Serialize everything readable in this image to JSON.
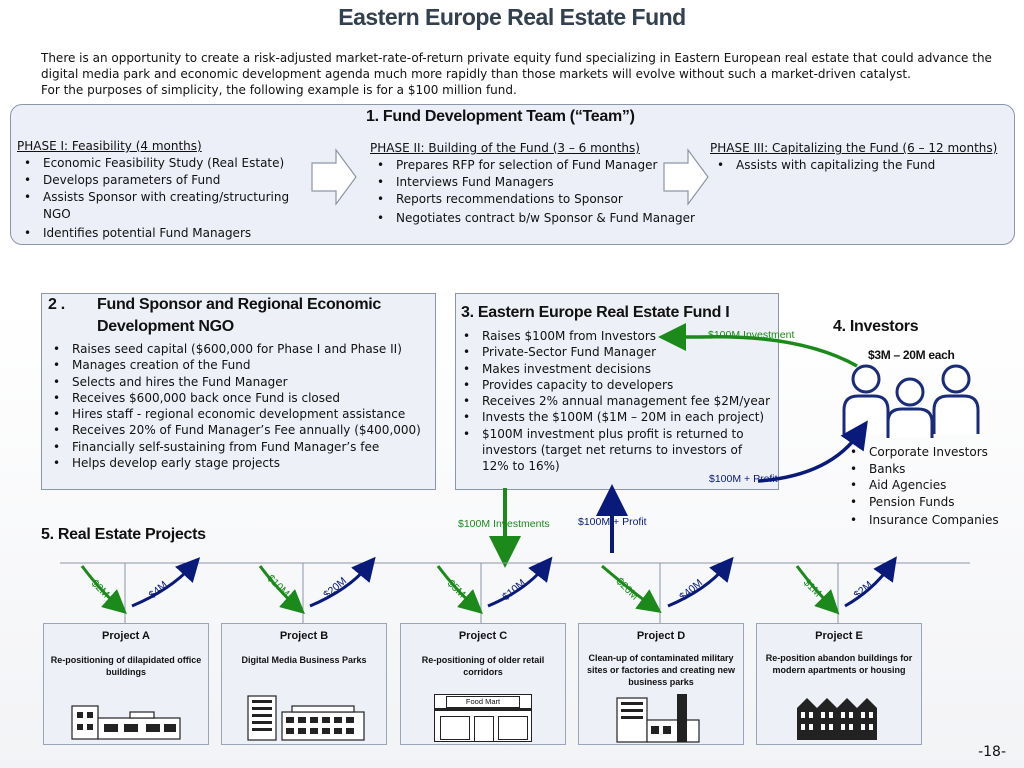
{
  "title": "Eastern Europe Real Estate Fund",
  "intro": {
    "line1": "There is an opportunity to create a risk-adjusted market-rate-of-return private equity fund specializing in Eastern European real estate that could advance the digital media park and economic development agenda much more rapidly than those markets will evolve without such a market-driven catalyst.",
    "line2": "For the purposes of simplicity, the following example is for a $100 million fund."
  },
  "team": {
    "title": "1.    Fund Development Team (“Team”)",
    "phases": [
      {
        "title": "PHASE I: Feasibility (4 months)",
        "items": [
          "Economic Feasibility Study (Real Estate)",
          "Develops parameters of Fund",
          "Assists Sponsor with creating/structuring NGO",
          "Identifies potential Fund Managers"
        ]
      },
      {
        "title": "PHASE II: Building of the Fund (3 – 6 months)",
        "items": [
          "Prepares RFP for selection of Fund Manager",
          "Interviews Fund Managers",
          "Reports recommendations to Sponsor",
          "Negotiates contract b/w Sponsor & Fund Manager"
        ]
      },
      {
        "title": "PHASE III: Capitalizing the Fund (6 – 12 months)",
        "items": [
          "Assists with capitalizing the Fund"
        ]
      }
    ]
  },
  "sponsor": {
    "num": "2 .",
    "title1": "Fund Sponsor and Regional Economic",
    "title2": "Development NGO",
    "items": [
      "Raises seed capital ($600,000 for Phase I and Phase II)",
      "Manages creation of the Fund",
      "Selects and hires the Fund Manager",
      "Receives $600,000 back once Fund is closed",
      "Hires staff - regional economic development assistance",
      "Receives 20% of Fund Manager’s Fee annually ($400,000)",
      "Financially self-sustaining from Fund Manager’s fee",
      "Helps develop early stage projects"
    ]
  },
  "fund": {
    "title": "3.     Eastern Europe Real Estate Fund I",
    "items": [
      "Raises $100M from Investors",
      "Private-Sector Fund Manager",
      "Makes investment decisions",
      "Provides capacity to developers",
      "Receives 2% annual management fee $2M/year",
      "Invests the $100M ($1M – 20M in each project)",
      "$100M investment plus profit is returned to investors (target net returns to investors of 12% to 16%)"
    ]
  },
  "investors": {
    "title": "4.        Investors",
    "range": "$3M – 20M  each",
    "items": [
      "Corporate Investors",
      "Banks",
      "Aid Agencies",
      "Pension Funds",
      "Insurance Companies"
    ]
  },
  "flows": {
    "investment_in": "$100M Investment",
    "profit_out": "$100M + Profit",
    "investments_down": "$100M Investments",
    "profit_up": "$100M + Profit"
  },
  "projects_title": "5.        Real Estate Projects",
  "projects": [
    {
      "name": "Project A",
      "desc": "Re-positioning of dilapidated office buildings",
      "in": "$2M",
      "out": "$4M"
    },
    {
      "name": "Project B",
      "desc": "Digital Media Business Parks",
      "in": "$10M",
      "out": "$20M"
    },
    {
      "name": "Project C",
      "desc": "Re-positioning of older retail corridors",
      "in": "$5M",
      "out": "$10M",
      "sign": "Food Mart"
    },
    {
      "name": "Project D",
      "desc": "Clean-up of contaminated military sites or factories and creating new business parks",
      "in": "$20M",
      "out": "$40M"
    },
    {
      "name": "Project E",
      "desc": "Re-position abandon buildings for modern apartments or housing",
      "in": "$1M",
      "out": "$2M"
    }
  ],
  "page_number": "-18-",
  "colors": {
    "title": "#33404f",
    "box_fill": "#eef0f8",
    "green_arrow": "#1b8a1b",
    "navy_arrow": "#0a1a7a"
  }
}
